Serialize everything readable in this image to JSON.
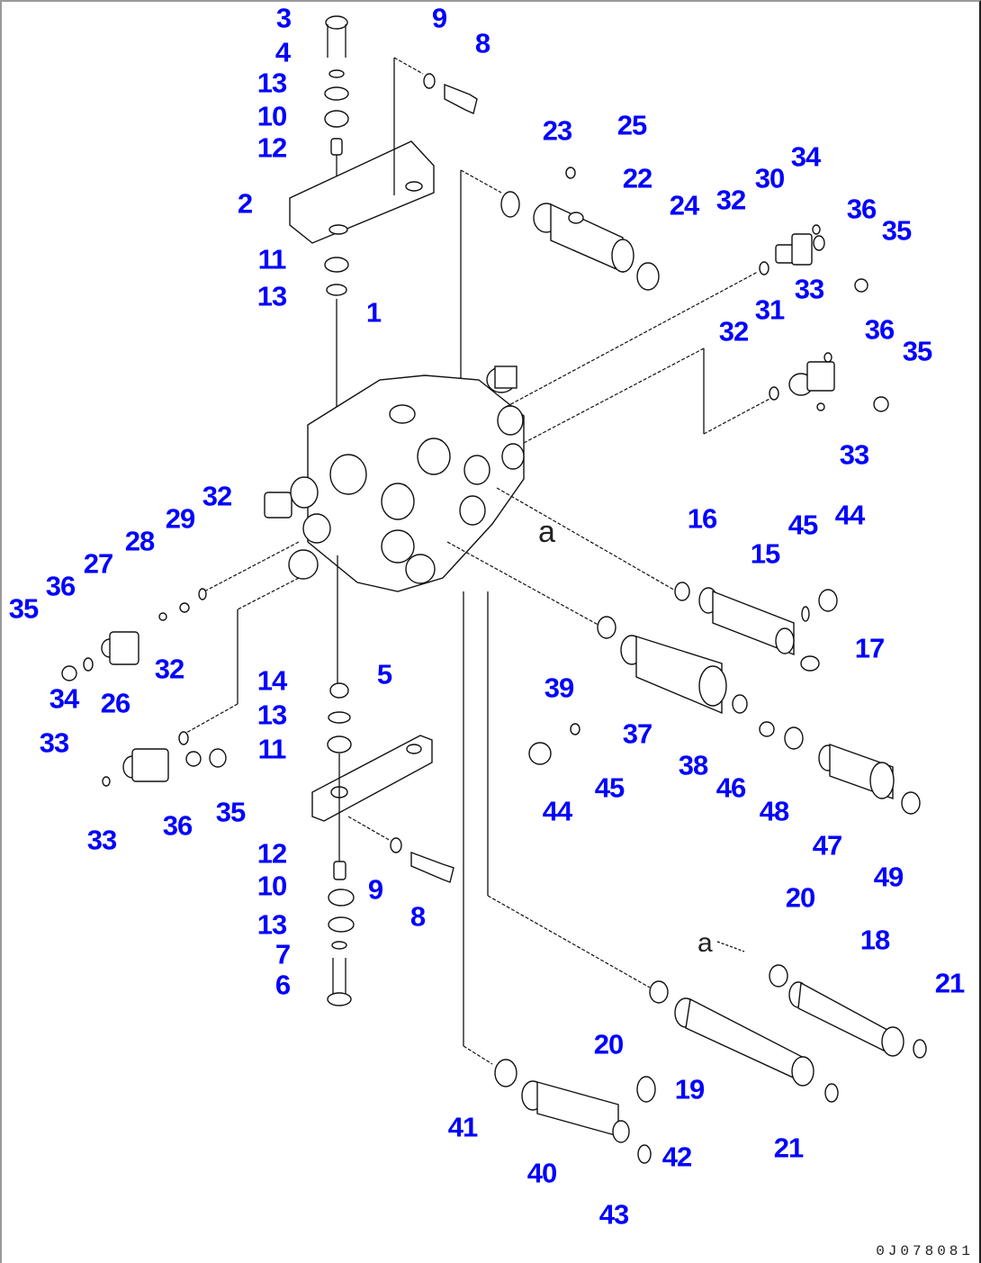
{
  "diagram": {
    "title": "Control valve parts exploded view",
    "label_color": "#0000ff",
    "reference_marks": [
      "a",
      "a"
    ],
    "drawing_code": "0J078081"
  },
  "callouts": [
    {
      "id": "c3",
      "num": "3"
    },
    {
      "id": "c4",
      "num": "4"
    },
    {
      "id": "c13a",
      "num": "13"
    },
    {
      "id": "c10a",
      "num": "10"
    },
    {
      "id": "c12a",
      "num": "12"
    },
    {
      "id": "c2",
      "num": "2"
    },
    {
      "id": "c11a",
      "num": "11"
    },
    {
      "id": "c13b",
      "num": "13"
    },
    {
      "id": "c9a",
      "num": "9"
    },
    {
      "id": "c8a",
      "num": "8"
    },
    {
      "id": "c1",
      "num": "1"
    },
    {
      "id": "c23",
      "num": "23"
    },
    {
      "id": "c25",
      "num": "25"
    },
    {
      "id": "c22",
      "num": "22"
    },
    {
      "id": "c24",
      "num": "24"
    },
    {
      "id": "c32a",
      "num": "32"
    },
    {
      "id": "c30",
      "num": "30"
    },
    {
      "id": "c34a",
      "num": "34"
    },
    {
      "id": "c36a",
      "num": "36"
    },
    {
      "id": "c35a",
      "num": "35"
    },
    {
      "id": "c33a",
      "num": "33"
    },
    {
      "id": "c31",
      "num": "31"
    },
    {
      "id": "c32b",
      "num": "32"
    },
    {
      "id": "c36b",
      "num": "36"
    },
    {
      "id": "c35b",
      "num": "35"
    },
    {
      "id": "c33b",
      "num": "33"
    },
    {
      "id": "c32c",
      "num": "32"
    },
    {
      "id": "c29",
      "num": "29"
    },
    {
      "id": "c28",
      "num": "28"
    },
    {
      "id": "c27",
      "num": "27"
    },
    {
      "id": "c36c",
      "num": "36"
    },
    {
      "id": "c35c",
      "num": "35"
    },
    {
      "id": "c34b",
      "num": "34"
    },
    {
      "id": "c26",
      "num": "26"
    },
    {
      "id": "c32d",
      "num": "32"
    },
    {
      "id": "c33c",
      "num": "33"
    },
    {
      "id": "c36d",
      "num": "36"
    },
    {
      "id": "c35d",
      "num": "35"
    },
    {
      "id": "c33d",
      "num": "33"
    },
    {
      "id": "c14",
      "num": "14"
    },
    {
      "id": "c13c",
      "num": "13"
    },
    {
      "id": "c11b",
      "num": "11"
    },
    {
      "id": "c5",
      "num": "5"
    },
    {
      "id": "c12b",
      "num": "12"
    },
    {
      "id": "c10b",
      "num": "10"
    },
    {
      "id": "c13d",
      "num": "13"
    },
    {
      "id": "c7",
      "num": "7"
    },
    {
      "id": "c6",
      "num": "6"
    },
    {
      "id": "c9b",
      "num": "9"
    },
    {
      "id": "c8b",
      "num": "8"
    },
    {
      "id": "c16",
      "num": "16"
    },
    {
      "id": "c15",
      "num": "15"
    },
    {
      "id": "c45a",
      "num": "45"
    },
    {
      "id": "c44a",
      "num": "44"
    },
    {
      "id": "c17",
      "num": "17"
    },
    {
      "id": "c39",
      "num": "39"
    },
    {
      "id": "c37",
      "num": "37"
    },
    {
      "id": "c38",
      "num": "38"
    },
    {
      "id": "c45b",
      "num": "45"
    },
    {
      "id": "c44b",
      "num": "44"
    },
    {
      "id": "c46",
      "num": "46"
    },
    {
      "id": "c48",
      "num": "48"
    },
    {
      "id": "c47",
      "num": "47"
    },
    {
      "id": "c49",
      "num": "49"
    },
    {
      "id": "c20a",
      "num": "20"
    },
    {
      "id": "c18",
      "num": "18"
    },
    {
      "id": "c21a",
      "num": "21"
    },
    {
      "id": "c20b",
      "num": "20"
    },
    {
      "id": "c19",
      "num": "19"
    },
    {
      "id": "c21b",
      "num": "21"
    },
    {
      "id": "c41",
      "num": "41"
    },
    {
      "id": "c40",
      "num": "40"
    },
    {
      "id": "c42",
      "num": "42"
    },
    {
      "id": "c43",
      "num": "43"
    }
  ]
}
